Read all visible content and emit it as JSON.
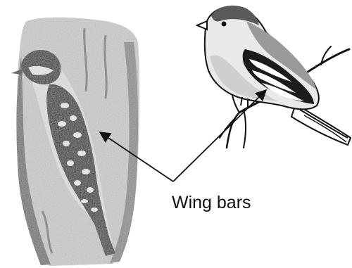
{
  "annotation": {
    "label": "Wing bars"
  },
  "colors": {
    "ink": "#111111",
    "bark_light": "#d9d9d9",
    "bark_mid": "#9a9a9a",
    "bark_dark": "#3a3a3a",
    "background": "#ffffff"
  },
  "illustrations": [
    {
      "name": "woodpecker-illustration"
    },
    {
      "name": "finch-illustration"
    }
  ]
}
